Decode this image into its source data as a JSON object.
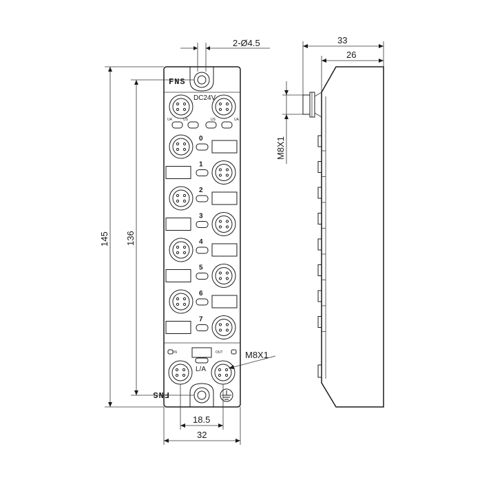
{
  "dimensions": {
    "holes": "2-Ø4.5",
    "depth_total": "33",
    "depth_body": "26",
    "connector_thread_side": "M8X1",
    "height_total": "145",
    "hole_pitch": "136",
    "connector_thread_front": "M8X1",
    "connector_pitch": "18.5",
    "width": "32"
  },
  "labels": {
    "brand_top": "FNS",
    "brand_bottom": "FNS",
    "supply": "DC24V",
    "led_ua_left": "UA",
    "led_us_left": "US",
    "led_us_right": "US",
    "led_ua_right": "UA",
    "in": "IN",
    "out": "OUT",
    "link": "L/A"
  },
  "channels": [
    "0",
    "1",
    "2",
    "3",
    "4",
    "5",
    "6",
    "7"
  ],
  "icons": [
    "mounting-hole-icon",
    "m8-connector-icon",
    "ground-icon",
    "status-led-icon"
  ]
}
